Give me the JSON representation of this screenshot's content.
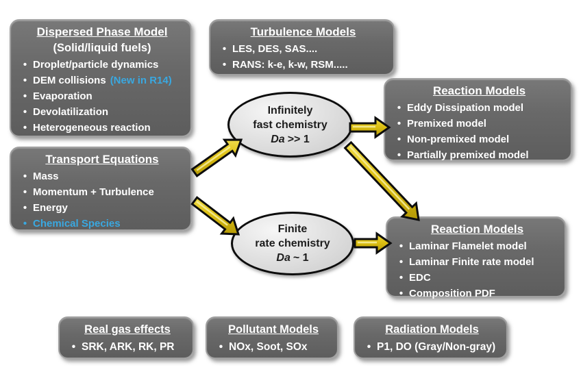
{
  "diagram": {
    "colors": {
      "box_fill": "#696969",
      "box_border": "#a0a0a0",
      "text": "#ffffff",
      "accent_blue": "#3aa8e0",
      "ellipse_fill": "#dcdcdc",
      "arrow_gold": "#ddc013"
    },
    "boxes": {
      "dispersed": {
        "title": "Dispersed Phase Model",
        "subtitle": "(Solid/liquid fuels)",
        "bullets": [
          "Droplet/particle dynamics",
          "DEM collisions",
          "Evaporation",
          "Devolatilization",
          "Heterogeneous reaction"
        ],
        "dem_note": "(New in R14)"
      },
      "turbulence": {
        "title": "Turbulence Models",
        "bullets": [
          "LES, DES, SAS....",
          "RANS: k-e, k-w, RSM....."
        ]
      },
      "transport": {
        "title": "Transport Equations",
        "bullets": [
          "Mass",
          "Momentum + Turbulence",
          "Energy",
          "Chemical Species"
        ]
      },
      "reaction_fast": {
        "title": "Reaction Models",
        "bullets": [
          "Eddy Dissipation model",
          "Premixed model",
          "Non-premixed model",
          "Partially premixed model"
        ]
      },
      "reaction_finite": {
        "title": "Reaction Models",
        "bullets": [
          "Laminar Flamelet model",
          "Laminar Finite rate model",
          "EDC",
          "Composition PDF"
        ]
      },
      "real_gas": {
        "title": "Real gas effects",
        "bullets": [
          "SRK, ARK, RK, PR"
        ]
      },
      "pollutant": {
        "title": "Pollutant Models",
        "bullets": [
          "NOx, Soot, SOx"
        ]
      },
      "radiation": {
        "title": "Radiation Models",
        "bullets": [
          "P1, DO (Gray/Non-gray)"
        ]
      }
    },
    "ellipses": {
      "fast": {
        "line1": "Infinitely",
        "line2": "fast chemistry",
        "da_symbol": "Da",
        "da_relation": ">> 1"
      },
      "finite": {
        "line1": "Finite",
        "line2": "rate chemistry",
        "da_symbol": "Da",
        "da_relation": "~ 1"
      }
    }
  }
}
